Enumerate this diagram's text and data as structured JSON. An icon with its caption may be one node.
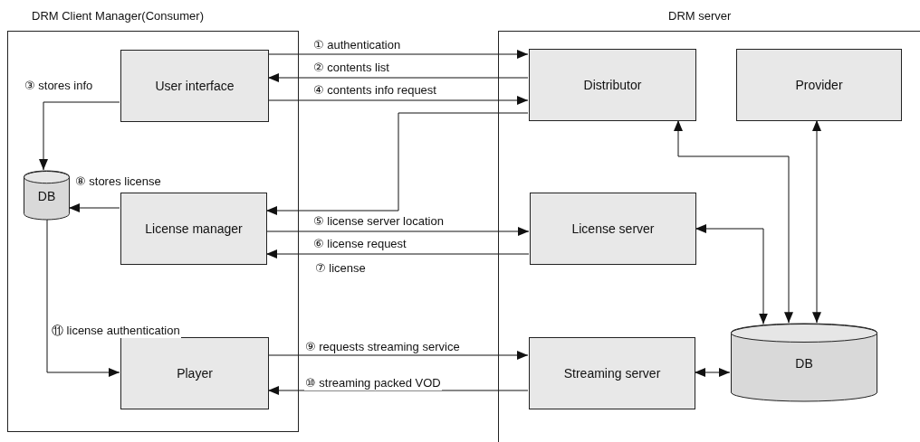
{
  "diagram": {
    "nodes": [
      {
        "text": [
          "DRM Client Manager(Consumer)"
        ]
      },
      {
        "text": [
          "User interface"
        ],
        "in": 0
      },
      {
        "text": [
          "DB"
        ],
        "in": 0
      },
      {
        "text": [
          "License manager"
        ],
        "in": 0
      },
      {
        "text": [
          "Player"
        ],
        "in": 0
      },
      {
        "text": [
          "DRM server"
        ]
      },
      {
        "text": [
          "Distributor"
        ],
        "in": 5
      },
      {
        "text": [
          "Provider"
        ],
        "in": 5
      },
      {
        "text": [
          "License server"
        ],
        "in": 5
      },
      {
        "text": [
          "Streaming server"
        ],
        "in": 5
      },
      {
        "text": [
          "DB"
        ],
        "in": 5
      }
    ],
    "edges": [
      {
        "from": 1,
        "to": 6,
        "arrow": "to",
        "label": "① authentication"
      },
      {
        "from": 6,
        "to": 1,
        "arrow": "to",
        "label": "② contents list"
      },
      {
        "from": 1,
        "to": 6,
        "arrow": "to",
        "label": "④ contents info request"
      },
      {
        "from": 6,
        "to": 3,
        "arrow": "to"
      },
      {
        "from": 1,
        "to": 2,
        "arrow": "to",
        "label": "③ stores info"
      },
      {
        "from": 3,
        "to": 2,
        "arrow": "to",
        "label": "⑧ stores license"
      },
      {
        "from": 3,
        "to": 8,
        "arrow": "to",
        "label": "⑤ license server location"
      },
      {
        "from": 8,
        "to": 3,
        "arrow": "to",
        "label": "⑥ license request"
      },
      {
        "from": 2,
        "to": 4,
        "arrow": "to",
        "label": "⑪ license authentication"
      },
      {
        "from": 4,
        "to": 9,
        "arrow": "to",
        "label": "⑨ requests streaming service"
      },
      {
        "from": 9,
        "to": 4,
        "arrow": "to",
        "label": "⑩ streaming packed VOD"
      },
      {
        "from": 6,
        "to": 10,
        "arrow": "both"
      },
      {
        "from": 7,
        "to": 10,
        "arrow": "both"
      },
      {
        "from": 8,
        "to": 10,
        "arrow": "both"
      },
      {
        "from": 9,
        "to": 10,
        "arrow": "both"
      }
    ],
    "labels": [
      "⑦ license"
    ]
  }
}
